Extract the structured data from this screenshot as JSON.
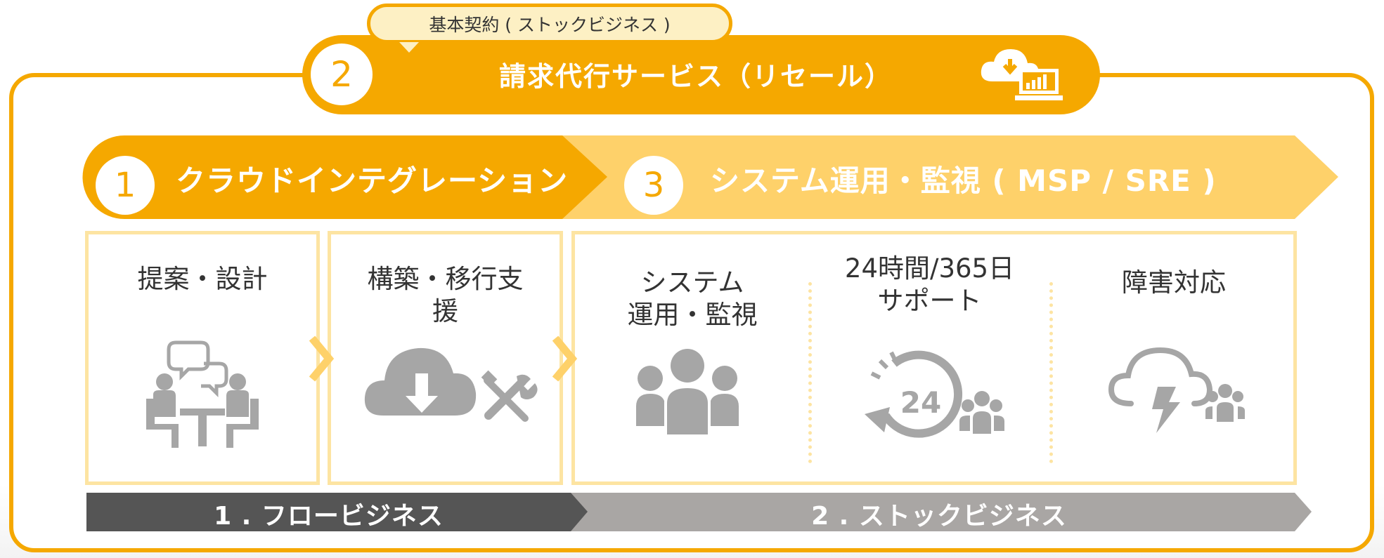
{
  "contract_tag": "基本契約 ( ストックビジネス )",
  "header": {
    "number": "2",
    "title": "請求代行サービス（リセール）",
    "icon": "cloud-laptop-icon"
  },
  "band1": {
    "number": "1",
    "title": "クラウドインテグレーション"
  },
  "band3": {
    "number": "3",
    "title": "システム運用・監視 ( MSP / SRE )"
  },
  "steps": {
    "proposal": {
      "label": "提案・設計",
      "icon": "meeting-icon"
    },
    "build": {
      "label_line1": "構築・移行支",
      "label_line2": "援",
      "icon": "cloud-download-tools-icon"
    },
    "ops": {
      "label_line1": "システム",
      "label_line2": "運用・監視",
      "icon": "team-icon"
    },
    "support": {
      "label_line1": "24時間/365日",
      "label_line2": "サポート",
      "icon": "24h-support-icon",
      "badge": "24"
    },
    "incident": {
      "label": "障害対応",
      "icon": "storm-cloud-icon"
    }
  },
  "business_bar": {
    "flow": "1 . フロービジネス",
    "stock": "2 . ストックビジネス"
  },
  "colors": {
    "primary": "#f5a800",
    "light": "#fed16a",
    "pale": "#fde4a2",
    "dark_bar": "#555555",
    "gray_bar": "#a9a6a4",
    "icon": "#a6a6a6"
  }
}
